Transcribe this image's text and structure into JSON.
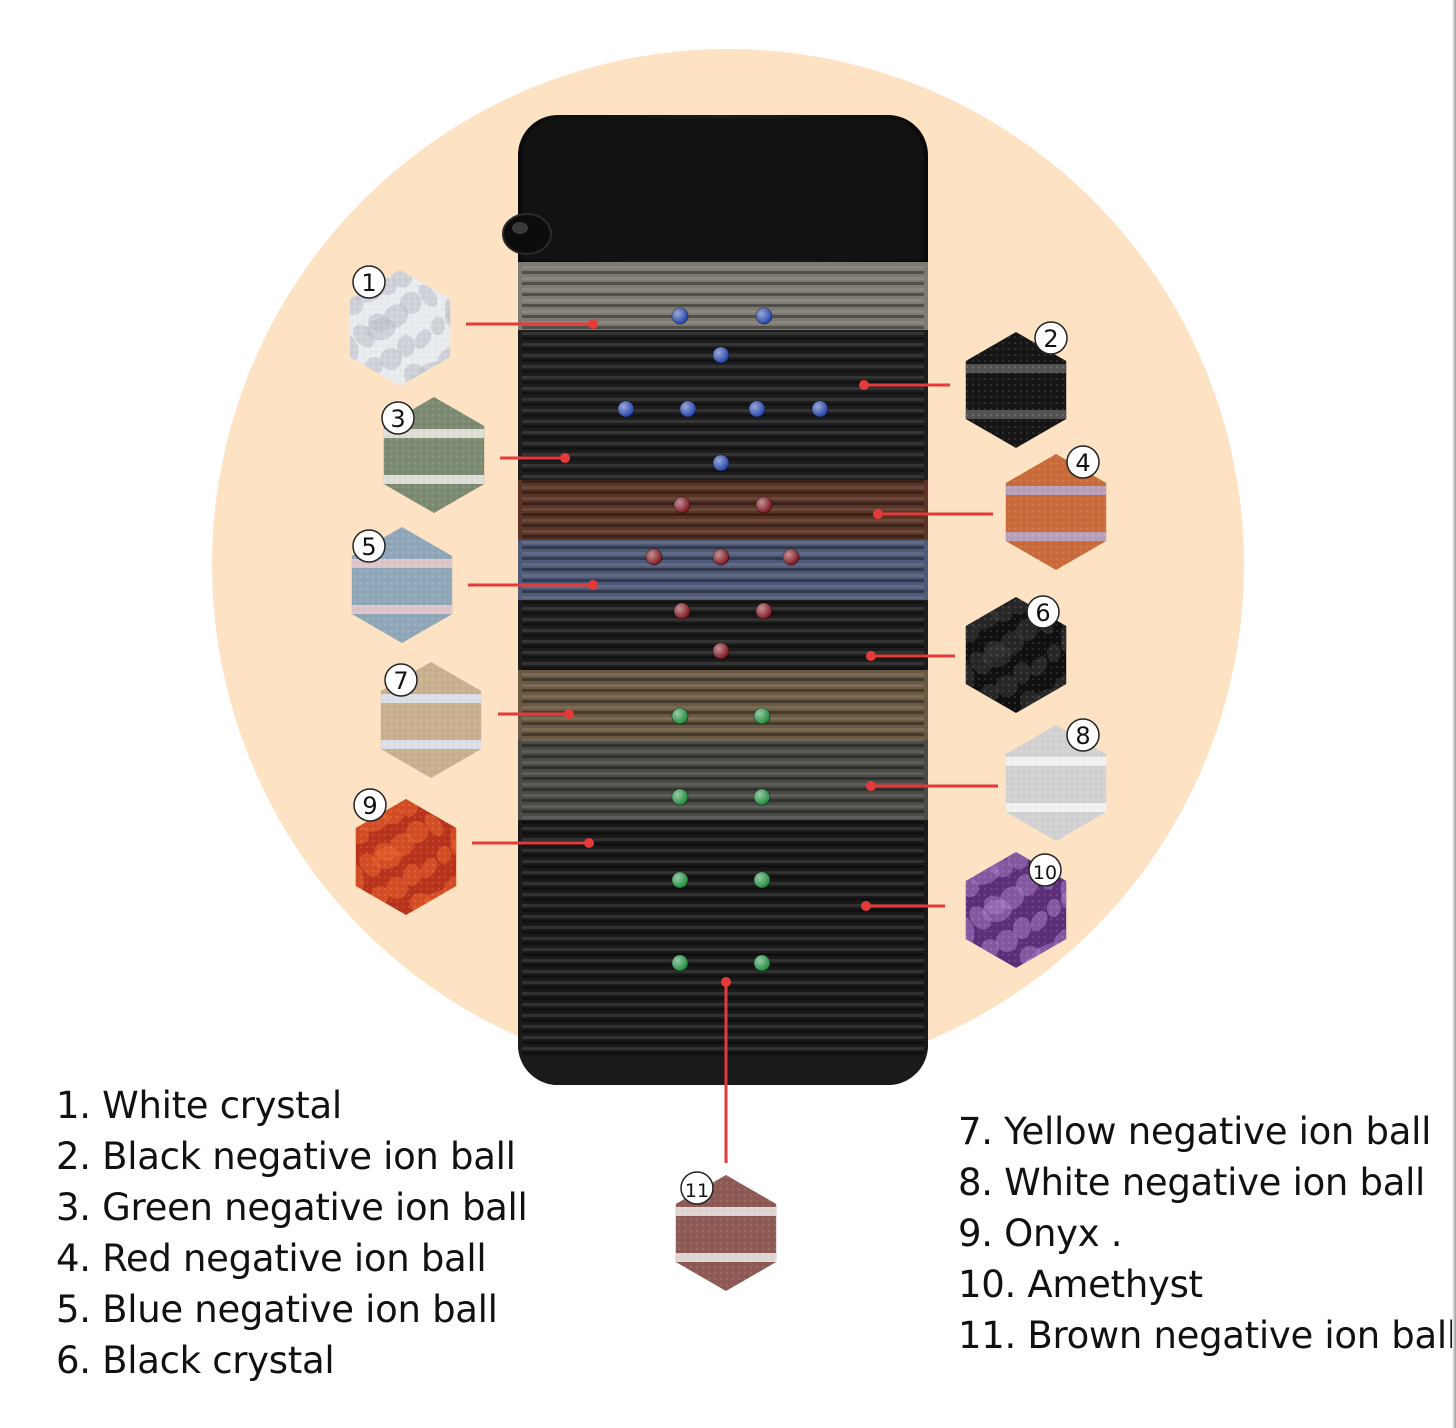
{
  "colors": {
    "background_circle": "#fde2c4",
    "mat": "#111111",
    "connector": "#e43a3a"
  },
  "materials": [
    {
      "num": "1",
      "label": "White crystal",
      "swatch": "white-crystal",
      "pin_color": "#1f3fa8"
    },
    {
      "num": "2",
      "label": "Black negative ion ball",
      "swatch": "black-ion",
      "pin_color": "#1f3fa8"
    },
    {
      "num": "3",
      "label": "Green negative ion ball",
      "swatch": "green-ion",
      "pin_color": "#1f3fa8"
    },
    {
      "num": "4",
      "label": "Red negative ion ball",
      "swatch": "red-ion",
      "pin_color": "#7a1018"
    },
    {
      "num": "5",
      "label": "Blue negative ion ball",
      "swatch": "blue-ion",
      "pin_color": "#7a1018"
    },
    {
      "num": "6",
      "label": "Black crystal",
      "swatch": "black-crystal",
      "pin_color": "#7a1018"
    },
    {
      "num": "7",
      "label": "Yellow negative ion ball",
      "swatch": "yellow-ion",
      "pin_color": "#1b8a3a"
    },
    {
      "num": "8",
      "label": "White negative ion ball",
      "swatch": "white-ion",
      "pin_color": "#1b8a3a"
    },
    {
      "num": "9",
      "label": "Onyx .",
      "swatch": "onyx",
      "pin_color": "#1b8a3a"
    },
    {
      "num": "10",
      "label": "Amethyst",
      "swatch": "amethyst",
      "pin_color": "#1b8a3a"
    },
    {
      "num": "11",
      "label": "Brown negative ion ball",
      "swatch": "brown-ion",
      "pin_color": "#1b8a3a"
    }
  ],
  "legend": {
    "left": [
      "1. White crystal",
      "2. Black negative ion ball",
      "3. Green negative ion ball",
      "4. Red negative ion ball",
      "5. Blue negative ion ball",
      "6. Black crystal"
    ],
    "right": [
      "7. Yellow negative ion ball",
      "8. White negative ion ball",
      "9. Onyx .",
      "10. Amethyst",
      "11. Brown negative ion ball"
    ]
  },
  "icons": {
    "controller": "power-connector-icon"
  }
}
